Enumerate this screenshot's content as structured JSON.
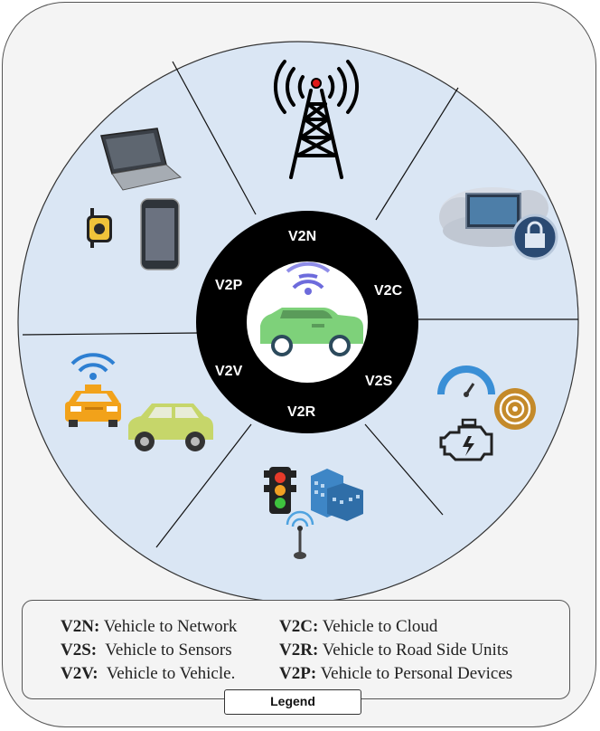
{
  "ring_labels": {
    "v2n": "V2N",
    "v2c": "V2C",
    "v2s": "V2S",
    "v2r": "V2R",
    "v2v": "V2V",
    "v2p": "V2P"
  },
  "legend": {
    "title": "Legend",
    "items": [
      {
        "abbr": "V2N:",
        "text": " Vehicle to Network"
      },
      {
        "abbr": "V2C:",
        "text": " Vehicle to Cloud"
      },
      {
        "abbr": "V2S:",
        "text": "  Vehicle to Sensors"
      },
      {
        "abbr": "V2R:",
        "text": " Vehicle to Road Side Units"
      },
      {
        "abbr": "V2V:",
        "text": "  Vehicle to Vehicle."
      },
      {
        "abbr": "V2P:",
        "text": " Vehicle to Personal Devices"
      }
    ]
  },
  "icons": [
    "cell-tower-icon",
    "cloud-screen-lock-icon",
    "gauge-engine-sensor-icon",
    "traffic-light-buildings-antenna-icon",
    "taxi-wifi-car-icon",
    "laptop-watch-phone-icon",
    "connected-car-icon"
  ],
  "colors": {
    "outer_disc": "#dae6f4",
    "inner_ring": "#000000",
    "center": "#ffffff",
    "car_body": "#7ed17a",
    "wifi": "#6d6bdc"
  }
}
